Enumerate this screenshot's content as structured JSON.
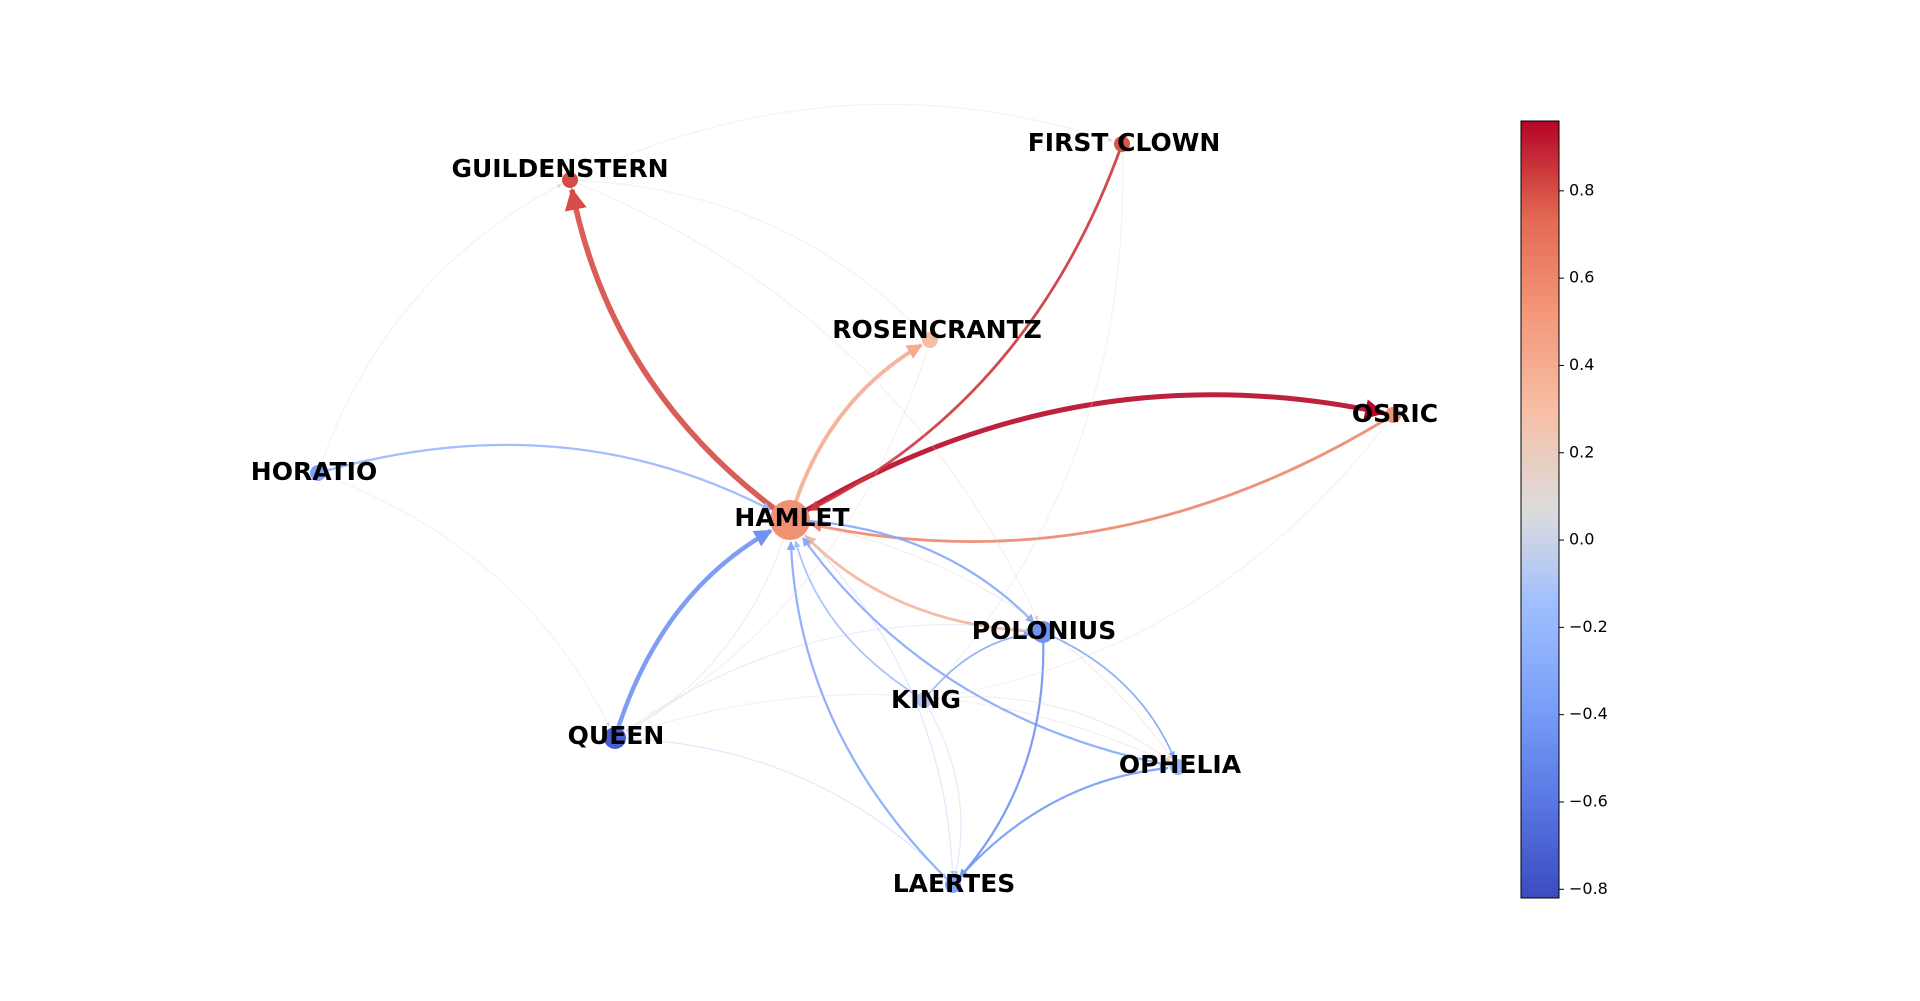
{
  "colorbar": {
    "ticks": [
      {
        "value": 0.8,
        "label": "0.8"
      },
      {
        "value": 0.6,
        "label": "0.6"
      },
      {
        "value": 0.4,
        "label": "0.4"
      },
      {
        "value": 0.2,
        "label": "0.2"
      },
      {
        "value": 0.0,
        "label": "0.0"
      },
      {
        "value": -0.2,
        "label": "−0.2"
      },
      {
        "value": -0.4,
        "label": "−0.4"
      },
      {
        "value": -0.6,
        "label": "−0.6"
      },
      {
        "value": -0.8,
        "label": "−0.8"
      }
    ]
  },
  "nodes": [
    {
      "id": "HAMLET",
      "label": "HAMLET",
      "value": 0.55,
      "size": "large"
    },
    {
      "id": "GUILDENSTERN",
      "label": "GUILDENSTERN",
      "value": 0.8,
      "size": "small"
    },
    {
      "id": "FIRST_CLOWN",
      "label": "FIRST CLOWN",
      "value": 0.78,
      "size": "small"
    },
    {
      "id": "ROSENCRANTZ",
      "label": "ROSENCRANTZ",
      "value": 0.3,
      "size": "small"
    },
    {
      "id": "OSRIC",
      "label": "OSRIC",
      "value": 0.55,
      "size": "small"
    },
    {
      "id": "HORATIO",
      "label": "HORATIO",
      "value": -0.35,
      "size": "small"
    },
    {
      "id": "POLONIUS",
      "label": "POLONIUS",
      "value": -0.45,
      "size": "medium"
    },
    {
      "id": "KING",
      "label": "KING",
      "value": -0.1,
      "size": "small"
    },
    {
      "id": "QUEEN",
      "label": "QUEEN",
      "value": -0.72,
      "size": "medium"
    },
    {
      "id": "OPHELIA",
      "label": "OPHELIA",
      "value": -0.2,
      "size": "small"
    },
    {
      "id": "LAERTES",
      "label": "LAERTES",
      "value": -0.35,
      "size": "small"
    }
  ],
  "edges": [
    {
      "source": "HAMLET",
      "target": "GUILDENSTERN",
      "value": 0.8,
      "weight": 9
    },
    {
      "source": "HAMLET",
      "target": "OSRIC",
      "value": 0.95,
      "weight": 8
    },
    {
      "source": "OSRIC",
      "target": "HAMLET",
      "value": 0.6,
      "weight": 4
    },
    {
      "source": "FIRST_CLOWN",
      "target": "HAMLET",
      "value": 0.85,
      "weight": 4
    },
    {
      "source": "HAMLET",
      "target": "ROSENCRANTZ",
      "value": 0.4,
      "weight": 6
    },
    {
      "source": "QUEEN",
      "target": "HAMLET",
      "value": -0.45,
      "weight": 7
    },
    {
      "source": "HORATIO",
      "target": "HAMLET",
      "value": -0.2,
      "weight": 3
    },
    {
      "source": "POLONIUS",
      "target": "HAMLET",
      "value": 0.35,
      "weight": 4
    },
    {
      "source": "HAMLET",
      "target": "POLONIUS",
      "value": -0.3,
      "weight": 3
    },
    {
      "source": "OPHELIA",
      "target": "HAMLET",
      "value": -0.3,
      "weight": 3
    },
    {
      "source": "LAERTES",
      "target": "HAMLET",
      "value": -0.3,
      "weight": 3
    },
    {
      "source": "KING",
      "target": "HAMLET",
      "value": -0.15,
      "weight": 2
    },
    {
      "source": "KING",
      "target": "POLONIUS",
      "value": -0.3,
      "weight": 2
    },
    {
      "source": "POLONIUS",
      "target": "LAERTES",
      "value": -0.45,
      "weight": 3
    },
    {
      "source": "LAERTES",
      "target": "OPHELIA",
      "value": -0.4,
      "weight": 3
    },
    {
      "source": "POLONIUS",
      "target": "OPHELIA",
      "value": -0.35,
      "weight": 2
    },
    {
      "source": "HAMLET",
      "target": "QUEEN",
      "value": 0.25,
      "weight": 1
    },
    {
      "source": "GUILDENSTERN",
      "target": "POLONIUS",
      "value": 0.2,
      "weight": 1
    },
    {
      "source": "GUILDENSTERN",
      "target": "ROSENCRANTZ",
      "value": 0.1,
      "weight": 1
    },
    {
      "source": "KING",
      "target": "OPHELIA",
      "value": 0.25,
      "weight": 1
    },
    {
      "source": "QUEEN",
      "target": "OPHELIA",
      "value": 0.15,
      "weight": 1
    },
    {
      "source": "QUEEN",
      "target": "LAERTES",
      "value": -0.15,
      "weight": 1
    },
    {
      "source": "HAMLET",
      "target": "LAERTES",
      "value": -0.15,
      "weight": 1
    },
    {
      "source": "KING",
      "target": "LAERTES",
      "value": -0.1,
      "weight": 1
    },
    {
      "source": "HAMLET",
      "target": "OPHELIA",
      "value": 0.2,
      "weight": 1
    },
    {
      "source": "ROSENCRANTZ",
      "target": "QUEEN",
      "value": 0.15,
      "weight": 1
    },
    {
      "source": "HORATIO",
      "target": "GUILDENSTERN",
      "value": 0.05,
      "weight": 1
    },
    {
      "source": "FIRST_CLOWN",
      "target": "KING",
      "value": 0.05,
      "weight": 1
    },
    {
      "source": "OSRIC",
      "target": "KING",
      "value": 0.05,
      "weight": 1
    },
    {
      "source": "QUEEN",
      "target": "POLONIUS",
      "value": -0.05,
      "weight": 1
    },
    {
      "source": "GUILDENSTERN",
      "target": "FIRST_CLOWN",
      "value": 0.05,
      "weight": 1
    },
    {
      "source": "HORATIO",
      "target": "QUEEN",
      "value": 0.05,
      "weight": 1
    }
  ]
}
